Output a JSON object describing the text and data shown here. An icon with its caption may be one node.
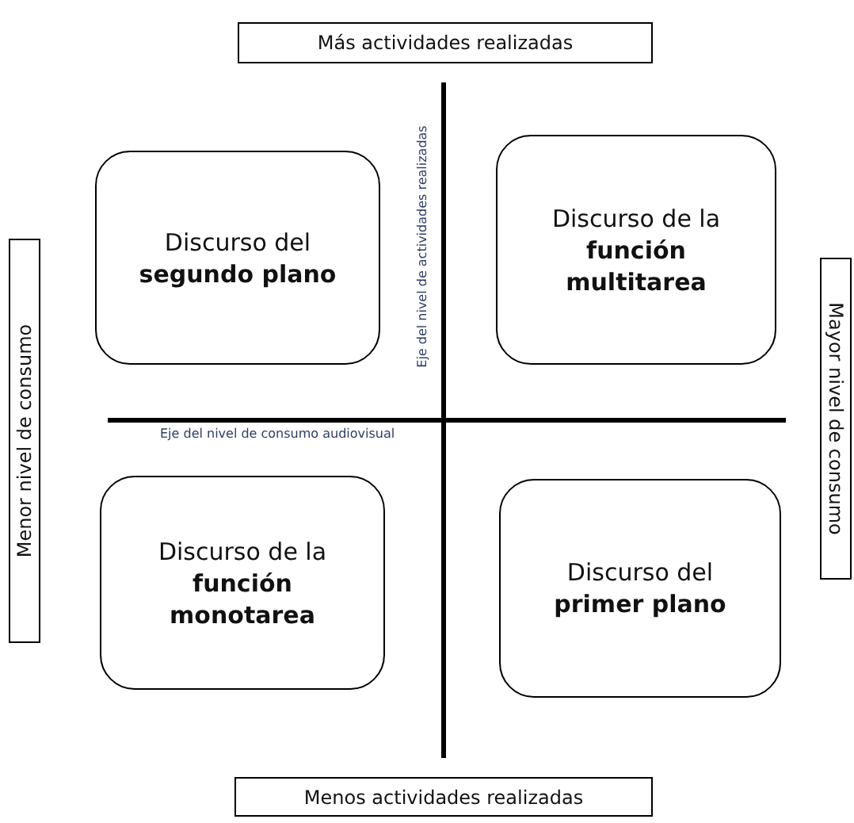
{
  "diagram": {
    "nodes": [
      {
        "text": [
          "Más actividades realizadas"
        ]
      },
      {
        "text": [
          "Menor nivel de consumo"
        ]
      },
      {
        "text": [
          "Mayor nivel de consumo"
        ]
      },
      {
        "text": [
          "Menos actividades realizadas"
        ]
      },
      {
        "text": [
          "Discurso del **segundo plano**"
        ]
      },
      {
        "text": [
          "Discurso de la **función multitarea**"
        ]
      },
      {
        "text": [
          "Discurso de la **función monotarea**"
        ]
      },
      {
        "text": [
          "Discurso del **primer plano**"
        ]
      }
    ],
    "labels": [
      "Eje del nivel de actividades realizadas",
      "Eje del nivel de consumo audiovisual"
    ]
  }
}
